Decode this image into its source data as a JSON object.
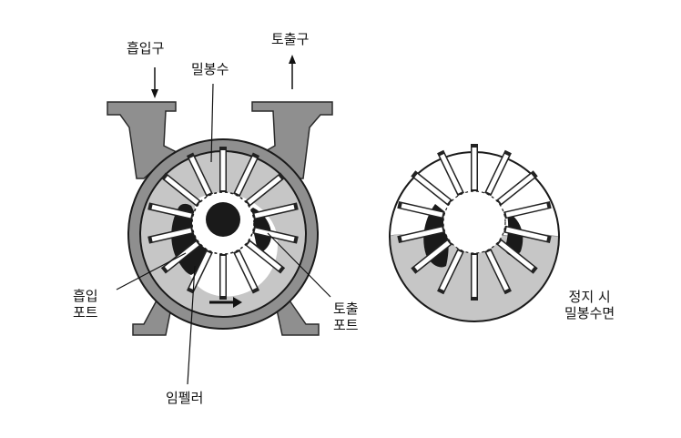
{
  "labels": {
    "suction_inlet": "흡입구",
    "discharge_outlet": "토출구",
    "sealing_water": "밀봉수",
    "suction_port": [
      "흡입",
      "포트"
    ],
    "discharge_port": [
      "토출",
      "포트"
    ],
    "impeller": "임펠러",
    "stopped_state": [
      "정지 시",
      "밀봉수면"
    ]
  },
  "colors": {
    "water": "#c6c6c6",
    "metal_body": "#8f8f8f",
    "dark_fill": "#1a1a1a",
    "outline": "#111111",
    "background": "#ffffff"
  }
}
